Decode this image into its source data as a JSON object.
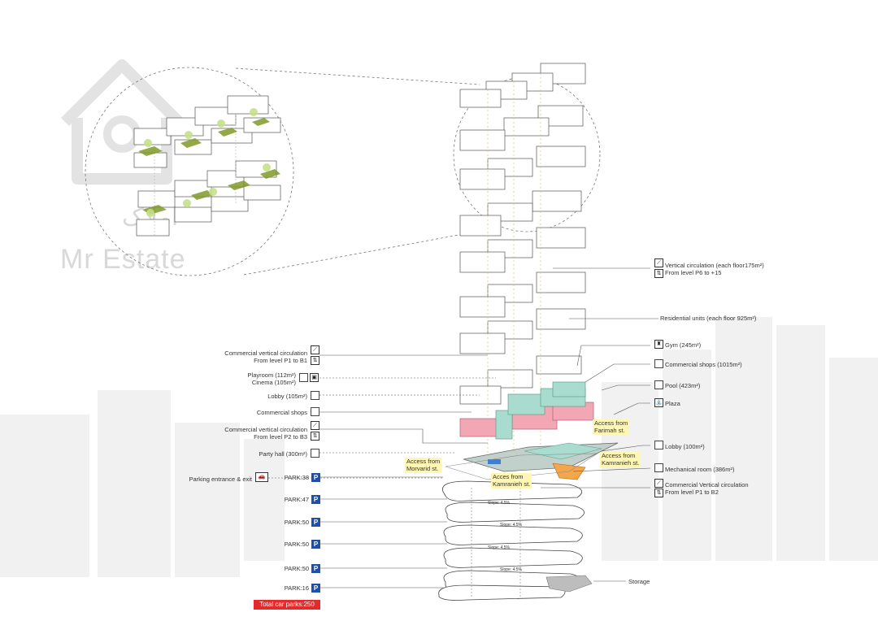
{
  "watermark": {
    "brand": "Mr Estate",
    "persian": "املاک"
  },
  "left_labels": [
    {
      "id": "comm-vc-1",
      "text": "Commercial vertical circulation",
      "sub": "From level P1 to B1"
    },
    {
      "id": "playroom",
      "text": "Playroom (112m²)",
      "sub": "Cinema   (105m²)"
    },
    {
      "id": "lobby-l",
      "text": "Lobby (105m²)"
    },
    {
      "id": "comm-shops-l",
      "text": "Commercial shops"
    },
    {
      "id": "comm-vc-2",
      "text": "Commercial vertical circulation",
      "sub": "From level P2 to B3"
    },
    {
      "id": "party",
      "text": "Party hall (300m²)"
    },
    {
      "id": "parking-entrance",
      "text": "Parking entrance & exit"
    }
  ],
  "right_labels": [
    {
      "id": "vert-circ",
      "text": "Vertical circulation  (each floor175m²)",
      "sub": "From level P6 to +15"
    },
    {
      "id": "res-units",
      "text": "Residential units (each floor 925m²)"
    },
    {
      "id": "gym",
      "text": "Gym (245m²)"
    },
    {
      "id": "comm-shops-r",
      "text": "Commercial shops (1015m²)"
    },
    {
      "id": "pool",
      "text": "Pool (423m²)"
    },
    {
      "id": "plaza",
      "text": "Plaza"
    },
    {
      "id": "lobby-r",
      "text": "Lobby (100m²)"
    },
    {
      "id": "mech",
      "text": "Mechanical room (386m²)"
    },
    {
      "id": "comm-vc-3",
      "text": "Commercial Vertical circulation",
      "sub": "From level P1 to B2"
    },
    {
      "id": "storage",
      "text": "Storage"
    }
  ],
  "access": [
    {
      "id": "farimah",
      "line1": "Access from",
      "line2": "Farimah st."
    },
    {
      "id": "kamranieh-r",
      "line1": "Access from",
      "line2": "Kamranieh st."
    },
    {
      "id": "morvarid",
      "line1": "Access from",
      "line2": "Morvarid st."
    },
    {
      "id": "kamranieh-c",
      "line1": "Acces from",
      "line2": "Kamranieh st."
    }
  ],
  "parking": [
    {
      "label": "PARK:38"
    },
    {
      "label": "PARK:47"
    },
    {
      "label": "PARK:50"
    },
    {
      "label": "PARK:50"
    },
    {
      "label": "PARK:50"
    },
    {
      "label": "PARK:16"
    }
  ],
  "park_badge": "P",
  "slope_label": "Slope: 4.5%",
  "total": "Total car parks:250",
  "colors": {
    "pink": "#f3a7b4",
    "teal": "#a9dccf",
    "orange": "#f5a54a",
    "green": "#8aa42a",
    "parking_blue": "#1f4fa8",
    "total_red": "#e22b2b",
    "highlight": "#fff6b3"
  }
}
